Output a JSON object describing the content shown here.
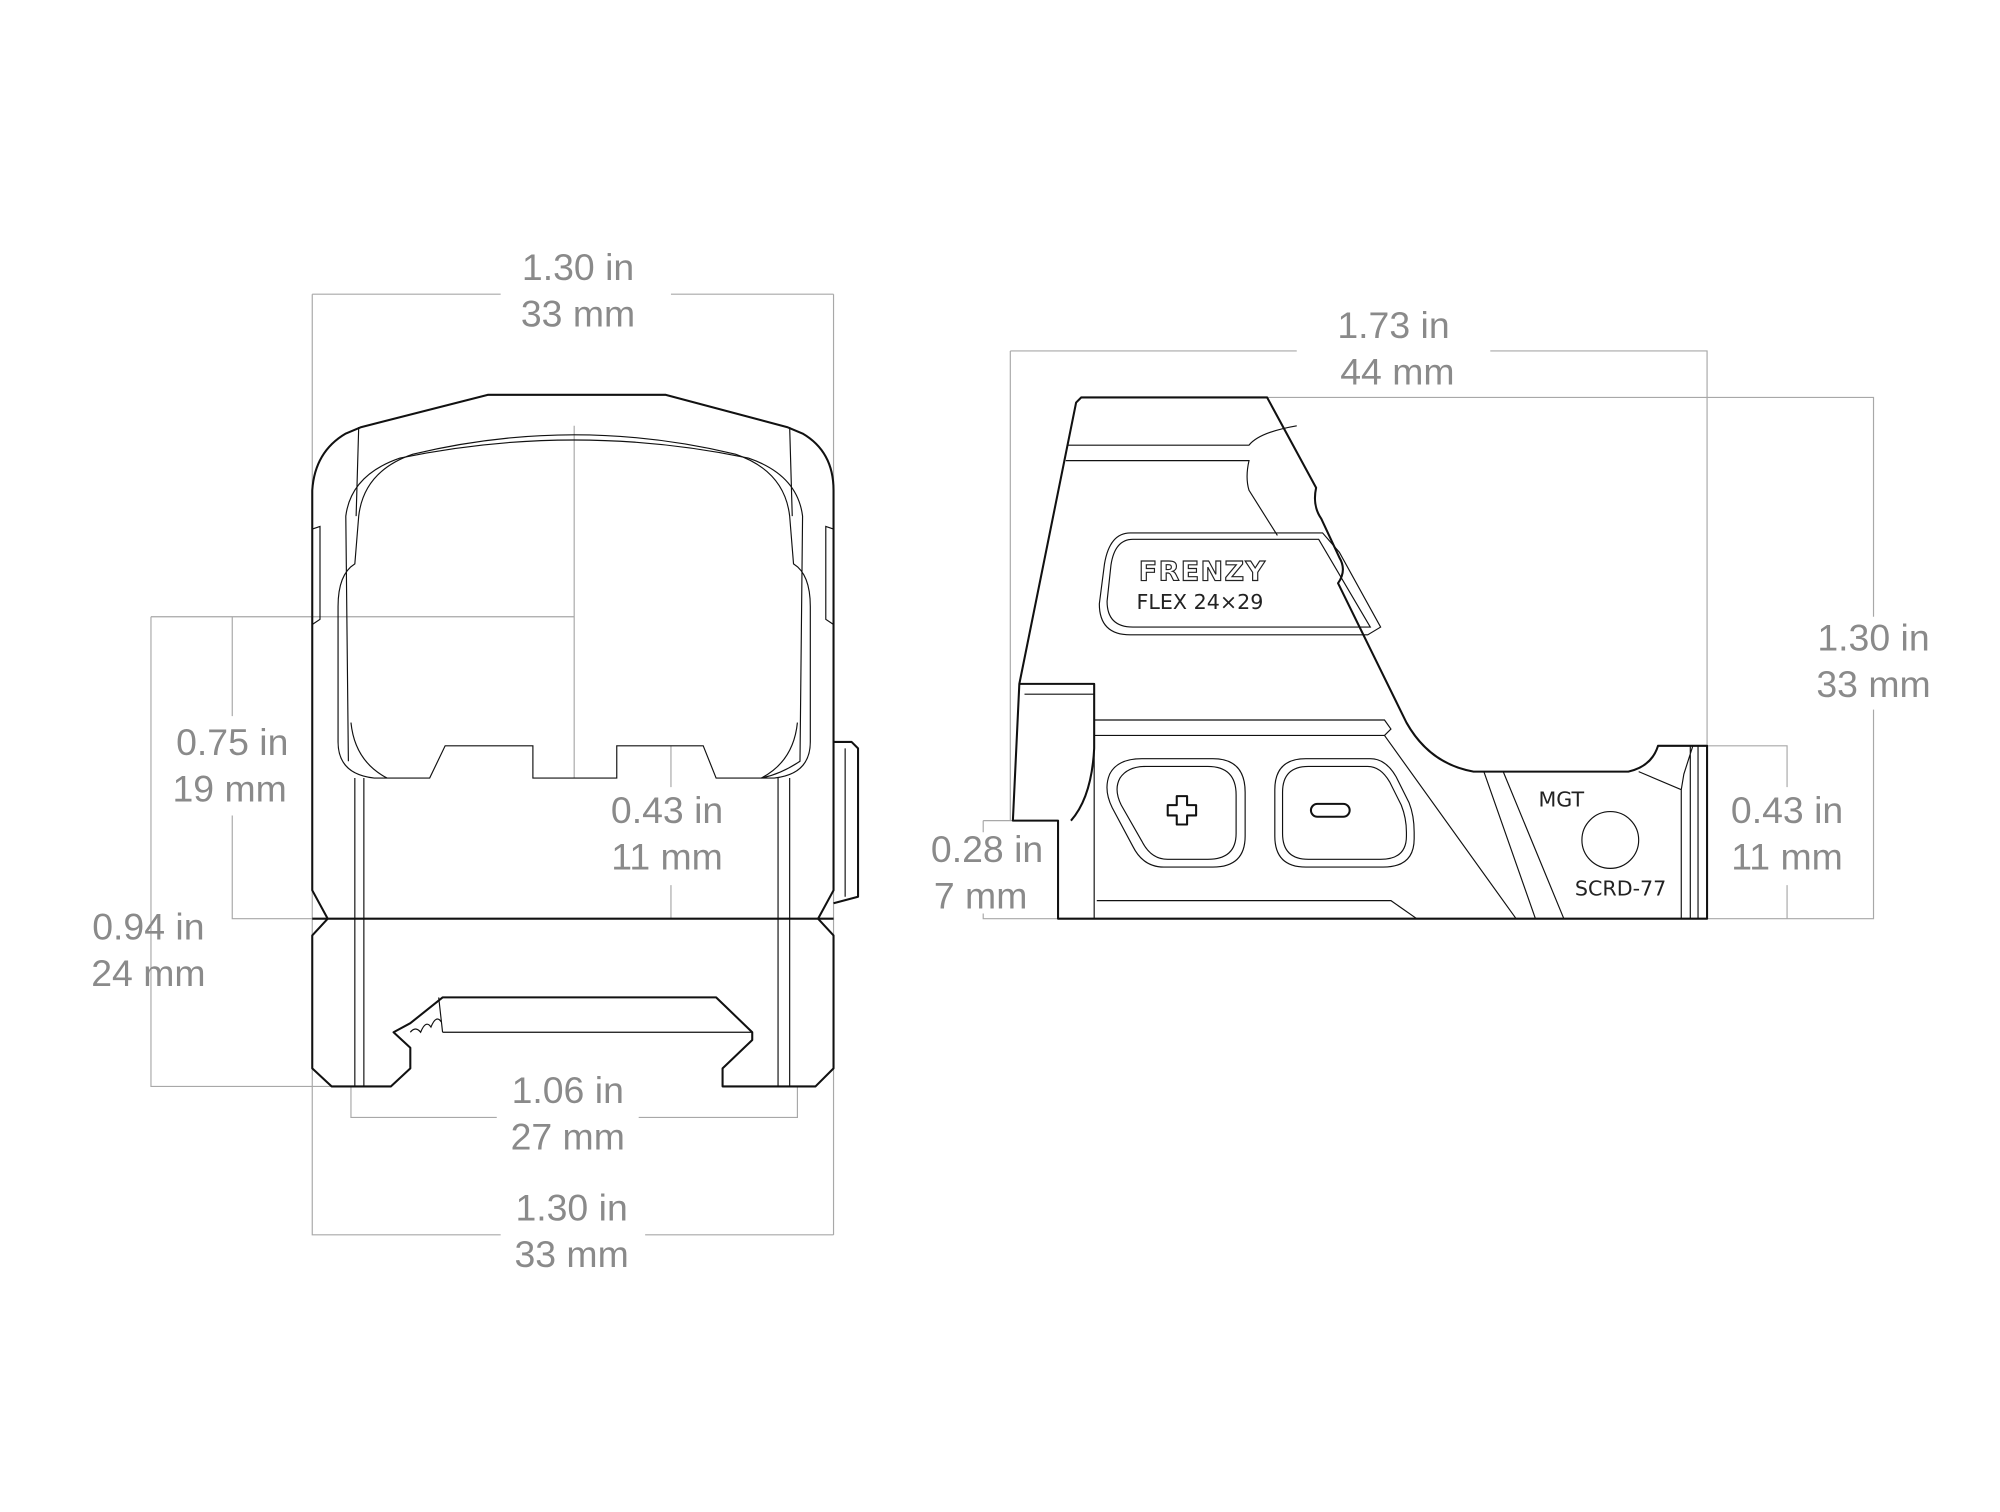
{
  "title": "Frenzy sight dimensional drawing",
  "front_view": {
    "overall_width_top": {
      "in": "1.30 in",
      "mm": "33 mm"
    },
    "height_to_center": {
      "in": "0.75 in",
      "mm": "19 mm"
    },
    "total_height": {
      "in": "0.94 in",
      "mm": "24 mm"
    },
    "window_bottom_height": {
      "in": "0.43 in",
      "mm": "11 mm"
    },
    "rail_width": {
      "in": "1.06 in",
      "mm": "27 mm"
    },
    "overall_width_bottom": {
      "in": "1.30 in",
      "mm": "33 mm"
    }
  },
  "side_view": {
    "length": {
      "in": "1.73 in",
      "mm": "44 mm"
    },
    "height": {
      "in": "1.30 in",
      "mm": "33 mm"
    },
    "rear_height": {
      "in": "0.43 in",
      "mm": "11 mm"
    },
    "base_height": {
      "in": "0.28 in",
      "mm": "7 mm"
    },
    "engraving": {
      "brand": "FRENZY",
      "model": "FLEX 24×29",
      "mark_top": "MGT",
      "mark_bottom": "SCRD-77"
    },
    "buttons": {
      "plus": "plus-button",
      "minus": "minus-button"
    }
  }
}
